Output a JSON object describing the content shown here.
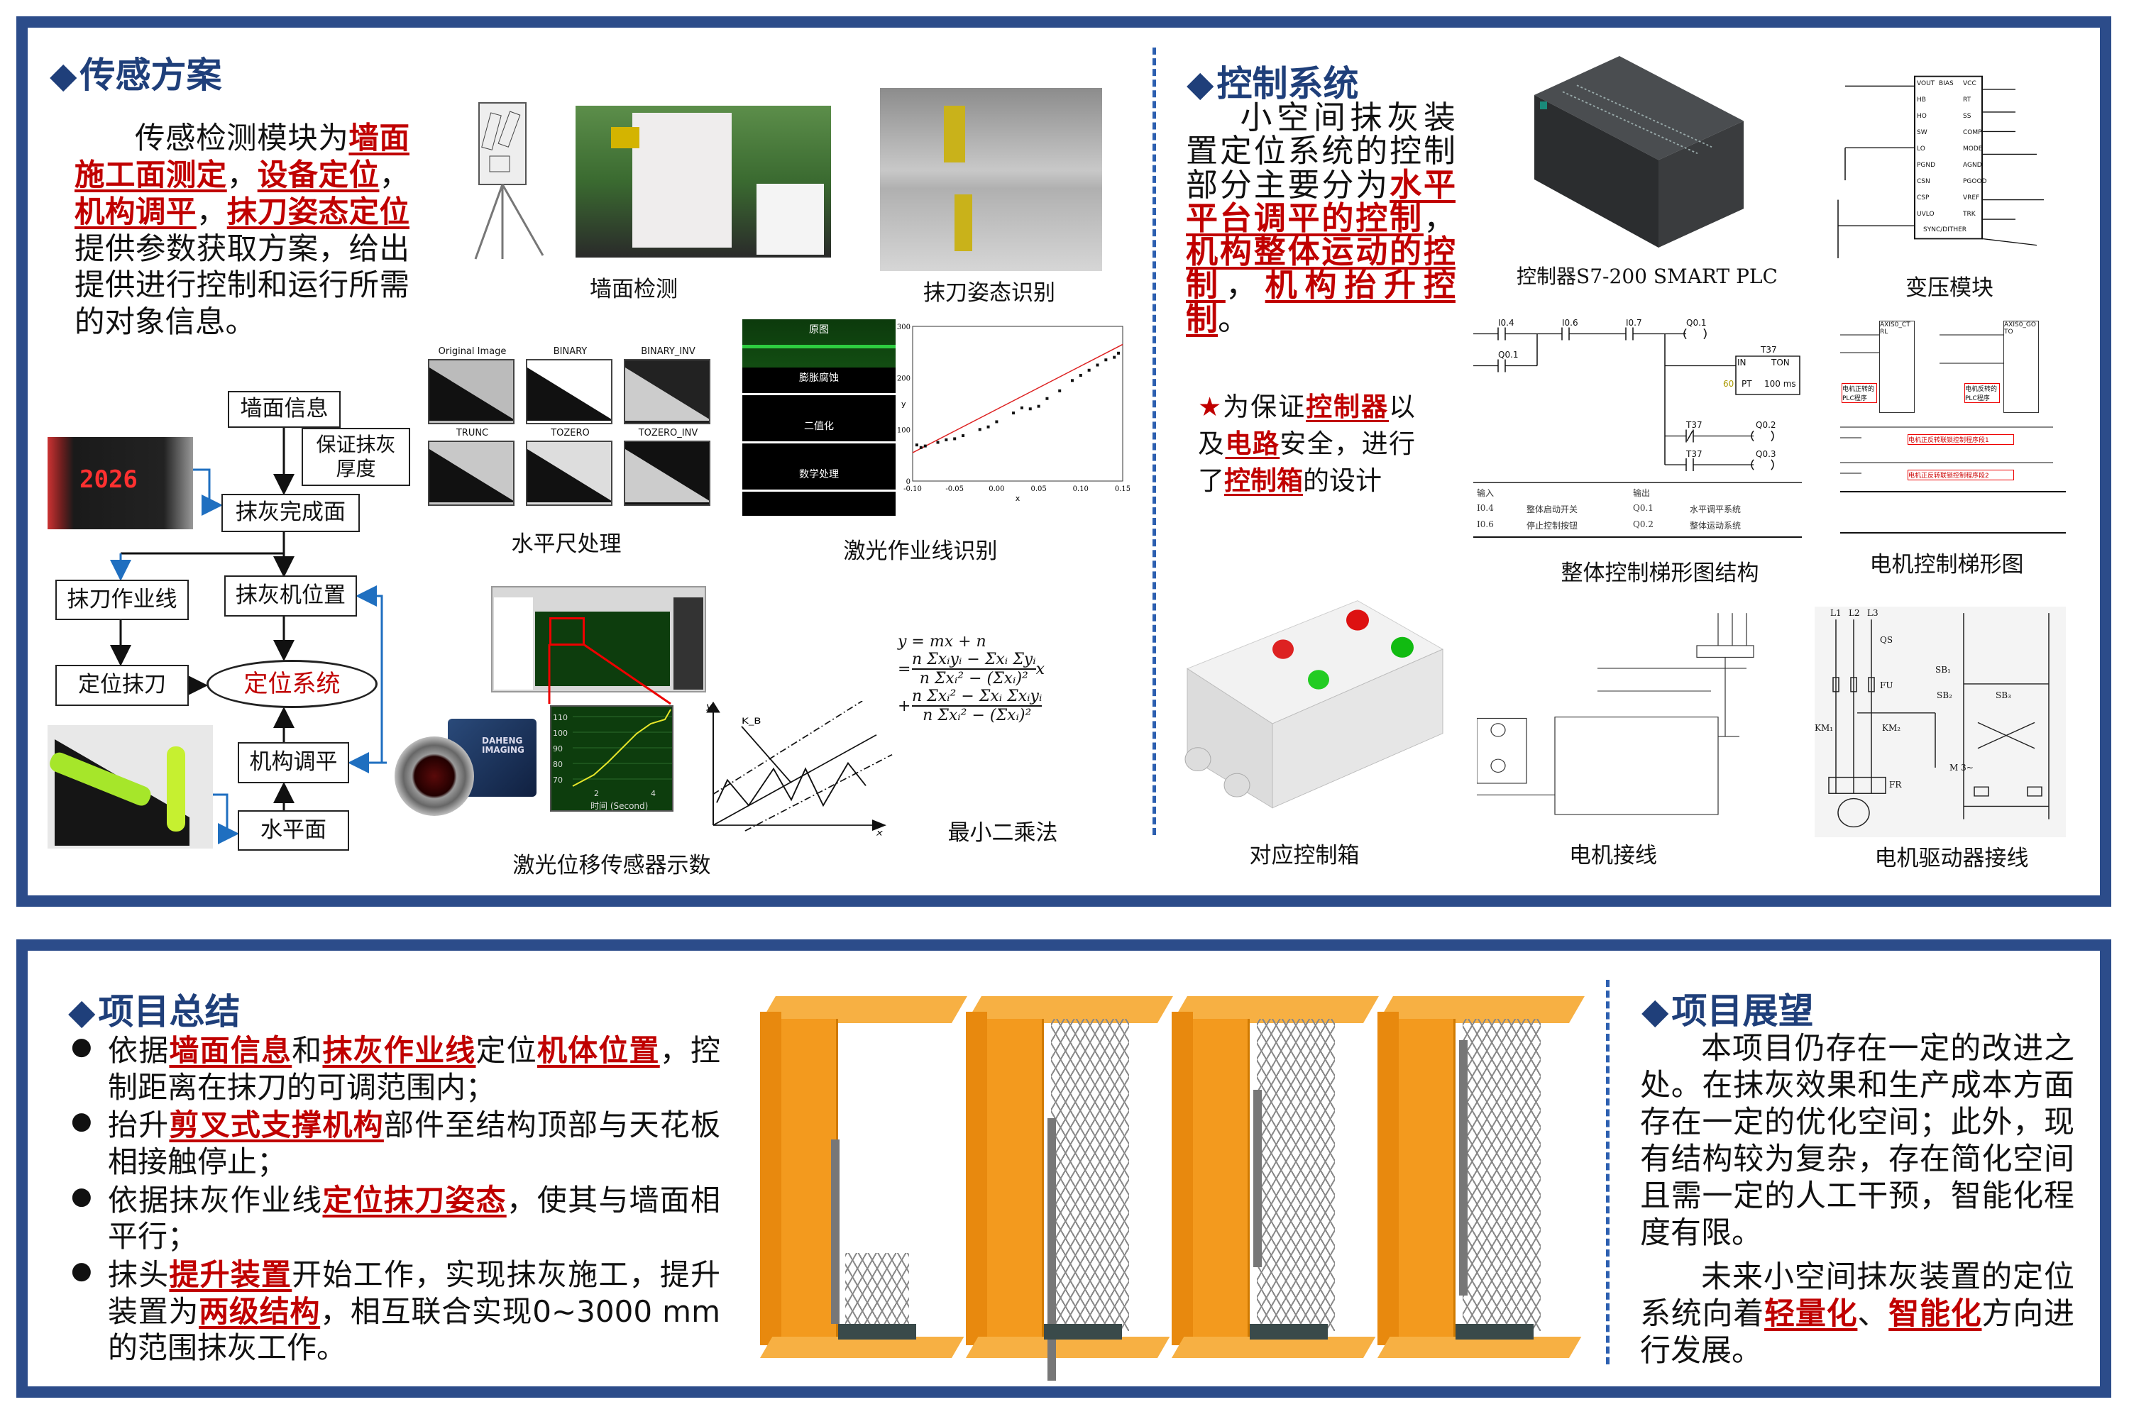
{
  "colors": {
    "frame": "#2c4c8a",
    "heading": "#1f3f7a",
    "highlight": "#c00000",
    "orange": "#f39a1e"
  },
  "sensing": {
    "title": "传感方案",
    "paragraph": [
      {
        "t": "传感检测模块为"
      },
      {
        "t": "墙面施工面测定",
        "hl": true
      },
      {
        "t": "，"
      },
      {
        "t": "设备定位",
        "hl": true
      },
      {
        "t": "，"
      },
      {
        "t": "机构调平",
        "hl": true
      },
      {
        "t": "，"
      },
      {
        "t": "抹刀姿态定位",
        "hl": true
      },
      {
        "t": "提供参数获取方案，给出提供进行控制和运行所需的对象信息。"
      }
    ],
    "flow": {
      "wall_info": "墙面信息",
      "thickness": "保证抹灰厚度",
      "finish_surface": "抹灰完成面",
      "blade_line": "抹刀作业线",
      "machine_pos": "抹灰机位置",
      "locate_blade": "定位抹刀",
      "positioning": "定位系统",
      "leveling": "机构调平",
      "level_plane": "水平面"
    },
    "counter_display": "2026",
    "captions": {
      "wall": "墙面检测",
      "blade": "抹刀姿态识别",
      "level": "水平尺处理",
      "laser_line": "激光作业线识别",
      "laser_disp": "激光位移传感器示数",
      "lsq": "最小二乘法"
    },
    "threshold_labels": [
      "Original Image",
      "BINARY",
      "BINARY_INV",
      "TRUNC",
      "TOZERO",
      "TOZERO_INV"
    ],
    "laser_steps": [
      "原图",
      "膨胀腐蚀",
      "二值化",
      "数学处理"
    ],
    "camera_brand": "DAHENG IMAGING",
    "formula": {
      "line1": "y = mx + n",
      "num1": "n Σxᵢyᵢ − Σxᵢ Σyᵢ",
      "den": "n Σxᵢ² − (Σxᵢ)²",
      "num2": "n Σxᵢ² − Σxᵢ Σxᵢyᵢ",
      "x": "x",
      "eq": "=",
      "plus": "+"
    },
    "lsq_axes": {
      "x": "x",
      "y": "y",
      "k": "K_B"
    },
    "zoom_chart": {
      "yticks": [
        "110",
        "100",
        "90",
        "80",
        "70"
      ],
      "xticks": [
        "2",
        "4"
      ],
      "xlabel": "时间 (Second)"
    }
  },
  "scatter_plot": {
    "type": "scatter",
    "xlabel": "x",
    "ylabel": "y",
    "xlim": [
      -0.1,
      0.15
    ],
    "ylim": [
      0,
      300
    ],
    "xticks": [
      "-0.10",
      "-0.05",
      "0.00",
      "0.05",
      "0.10",
      "0.15"
    ],
    "yticks": [
      "0",
      "100",
      "200",
      "300"
    ],
    "points": [
      [
        -0.095,
        70
      ],
      [
        -0.09,
        65
      ],
      [
        -0.085,
        68
      ],
      [
        -0.07,
        75
      ],
      [
        -0.06,
        80
      ],
      [
        -0.05,
        82
      ],
      [
        -0.04,
        88
      ],
      [
        -0.02,
        100
      ],
      [
        -0.01,
        105
      ],
      [
        0.0,
        115
      ],
      [
        0.02,
        132
      ],
      [
        0.03,
        142
      ],
      [
        0.04,
        140
      ],
      [
        0.05,
        145
      ],
      [
        0.06,
        160
      ],
      [
        0.075,
        175
      ],
      [
        0.09,
        195
      ],
      [
        0.1,
        205
      ],
      [
        0.11,
        215
      ],
      [
        0.12,
        225
      ],
      [
        0.13,
        235
      ],
      [
        0.14,
        240
      ],
      [
        0.145,
        248
      ]
    ],
    "fit": [
      [
        -0.1,
        55
      ],
      [
        0.15,
        265
      ]
    ]
  },
  "control": {
    "title": "控制系统",
    "paragraph": [
      {
        "t": "小空间抹灰装置定位系统的控制部分主要分为"
      },
      {
        "t": "水平平台调平的控制",
        "hl": true
      },
      {
        "t": "，"
      },
      {
        "t": "机构整体运动的控制",
        "hl": true
      },
      {
        "t": "，"
      },
      {
        "t": "机构抬升控制",
        "hl": true
      },
      {
        "t": "。"
      }
    ],
    "star_paragraph": [
      {
        "t": "★",
        "star": true
      },
      {
        "t": "为保证"
      },
      {
        "t": "控制器",
        "hl": true
      },
      {
        "t": "以及"
      },
      {
        "t": "电路",
        "hl": true
      },
      {
        "t": "安全，进行了"
      },
      {
        "t": "控制箱",
        "hl": true
      },
      {
        "t": "的设计"
      }
    ],
    "captions": {
      "plc": "控制器S7-200 SMART PLC",
      "transformer": "变压模块",
      "ladder": "整体控制梯形图结构",
      "motor_ladder": "电机控制梯形图",
      "box": "对应控制箱",
      "motor_wiring": "电机接线",
      "driver_wiring": "电机驱动器接线"
    },
    "ladder": {
      "contacts": [
        "I0.4",
        "I0.6",
        "I0.7",
        "Q0.1",
        "Q0.1",
        "T37",
        "TON",
        "IN",
        "PT",
        "100 ms",
        "60",
        "T37",
        "Q0.2",
        "T37",
        "Q0.3"
      ],
      "table_head": [
        "输入",
        "输出"
      ],
      "table": [
        [
          "I0.4",
          "整体启动开关",
          "Q0.1",
          "水平调平系统"
        ],
        [
          "I0.6",
          "停止控制按钮",
          "Q0.2",
          "整体运动系统"
        ]
      ]
    },
    "motor_ladder": {
      "boxes": [
        "AXIS0_CTRL",
        "AXIS0_GOTO"
      ],
      "notes": [
        "电机正转的PLC程序",
        "电机反转的PLC程序",
        "电机正反转联锁控制程序段1",
        "电机正反转联锁控制程序段2"
      ]
    },
    "transformer_pins": [
      "VOUT",
      "BIAS",
      "VCC",
      "HB",
      "RT",
      "HO",
      "SS",
      "SW",
      "COMP",
      "LO",
      "MODE",
      "PGND",
      "AGND",
      "CSN",
      "PGOOD",
      "CSP",
      "VREF",
      "UVLO",
      "SYNC/DITHER",
      "TRK"
    ],
    "driver_labels": [
      "L1",
      "L2",
      "L3",
      "QS",
      "FU",
      "KM₁",
      "KM₂",
      "FR",
      "SB₁",
      "SB₂",
      "SB₃",
      "M 3~"
    ]
  },
  "summary": {
    "title": "项目总结",
    "bullets": [
      [
        {
          "t": "依据"
        },
        {
          "t": "墙面信息",
          "hl": true
        },
        {
          "t": "和"
        },
        {
          "t": "抹灰作业线",
          "hl": true
        },
        {
          "t": "定位"
        },
        {
          "t": "机体位置",
          "hl": true
        },
        {
          "t": "，控制距离在抹刀的可调范围内；"
        }
      ],
      [
        {
          "t": "抬升"
        },
        {
          "t": "剪叉式支撑机构",
          "hl": true
        },
        {
          "t": "部件至结构顶部与天花板相接触停止；"
        }
      ],
      [
        {
          "t": "依据抹灰作业线"
        },
        {
          "t": "定位抹刀姿态",
          "hl": true
        },
        {
          "t": "，使其与墙面相平行；"
        }
      ],
      [
        {
          "t": "抹头"
        },
        {
          "t": "提升装置",
          "hl": true
        },
        {
          "t": "开始工作，实现抹灰施工，提升装置为"
        },
        {
          "t": "两级结构",
          "hl": true
        },
        {
          "t": "，相互联合实现0~3000 mm的范围抹灰工作。"
        }
      ]
    ]
  },
  "outlook": {
    "title": "项目展望",
    "paragraphs": [
      [
        {
          "t": "本项目仍存在一定的改进之处。在抹灰效果和生产成本方面存在一定的优化空间；此外，现有结构较为复杂，存在简化空间且需一定的人工干预，智能化程度有限。"
        }
      ],
      [
        {
          "t": "未来小空间抹灰装置的定位系统向着"
        },
        {
          "t": "轻量化",
          "hl": true
        },
        {
          "t": "、"
        },
        {
          "t": "智能化",
          "hl": true
        },
        {
          "t": "方向进行发展。"
        }
      ]
    ]
  }
}
